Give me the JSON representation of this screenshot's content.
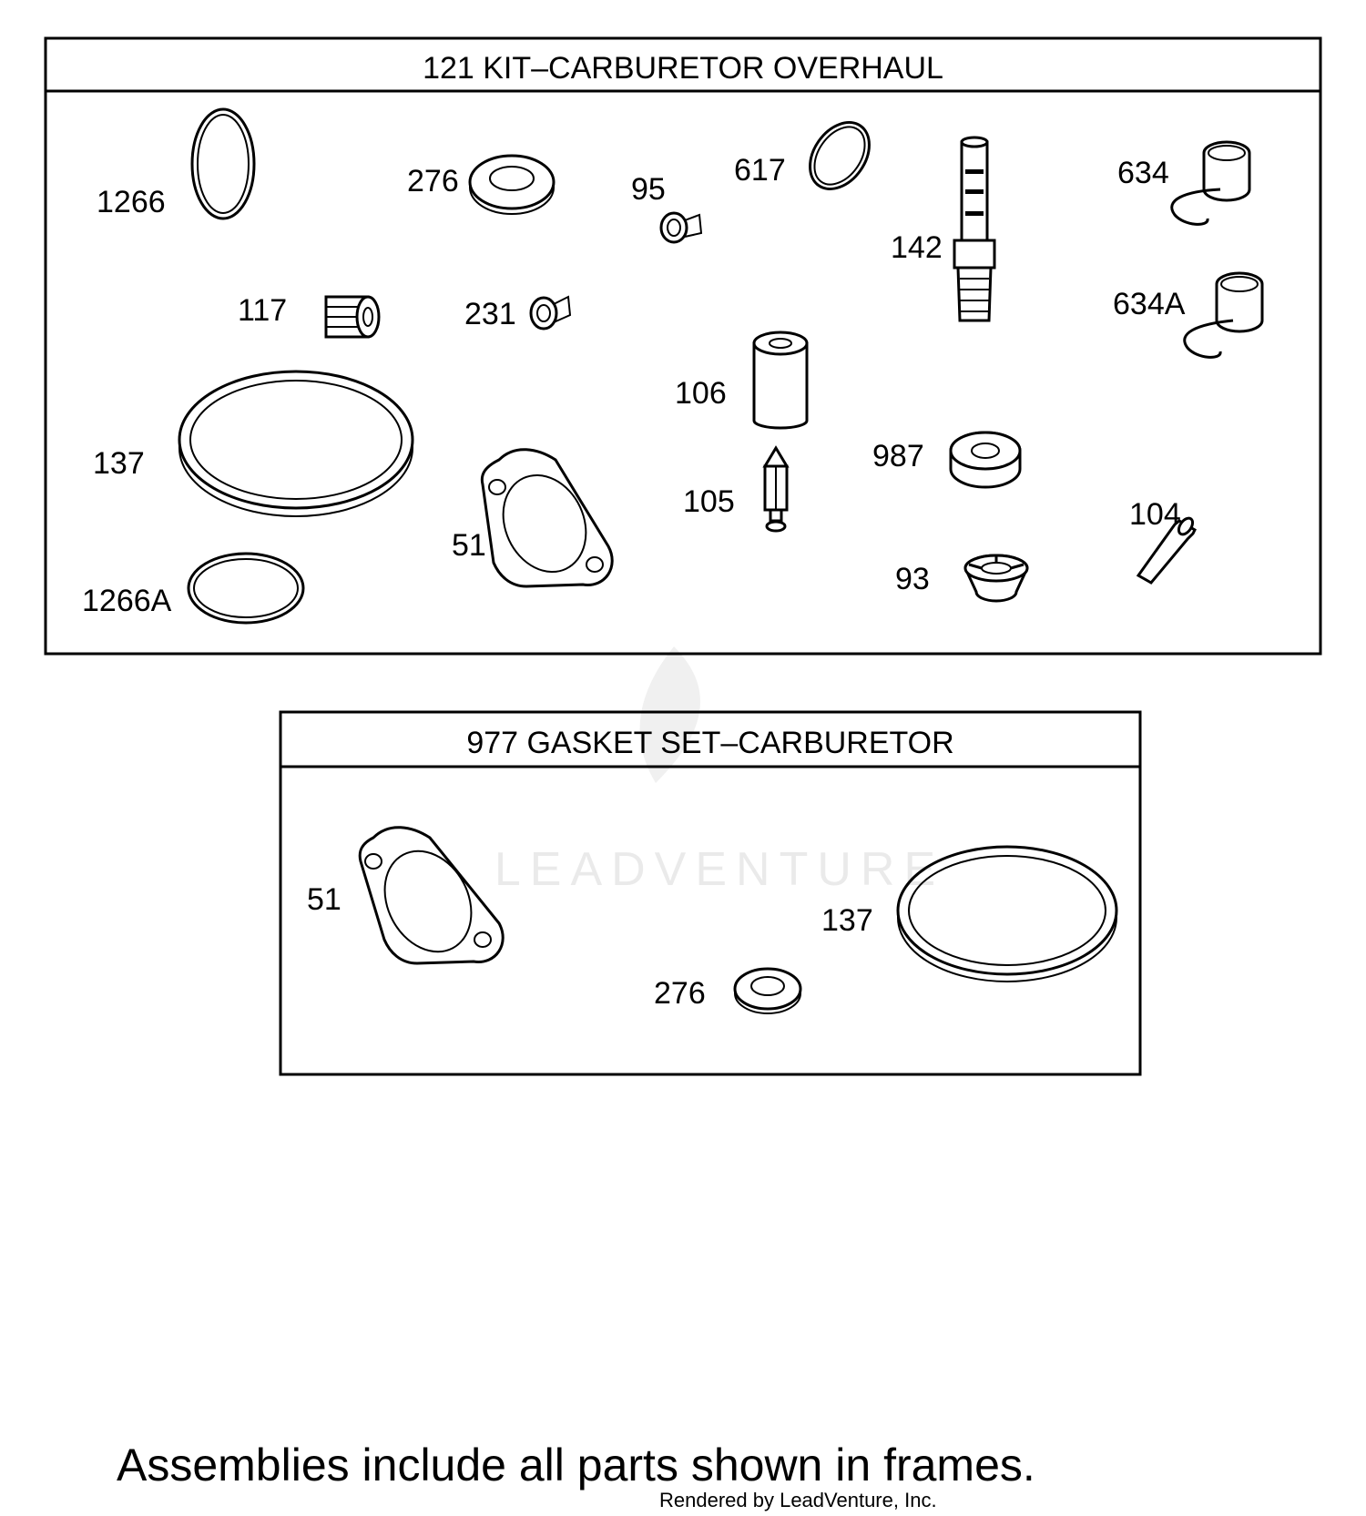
{
  "frames": {
    "kit": {
      "title": "121 KIT–CARBURETOR OVERHAUL",
      "labels": {
        "p1266": "1266",
        "p276": "276",
        "p95": "95",
        "p617": "617",
        "p142": "142",
        "p634": "634",
        "p117": "117",
        "p231": "231",
        "p634a": "634A",
        "p106": "106",
        "p137": "137",
        "p987": "987",
        "p105": "105",
        "p104": "104",
        "p51": "51",
        "p93": "93",
        "p1266a": "1266A"
      }
    },
    "gasket": {
      "title": "977 GASKET SET–CARBURETOR",
      "labels": {
        "p51": "51",
        "p137": "137",
        "p276": "276"
      }
    }
  },
  "note": "Assemblies include all parts shown in frames.",
  "credit": "Rendered by LeadVenture, Inc.",
  "watermark": "LEADVENTURE"
}
